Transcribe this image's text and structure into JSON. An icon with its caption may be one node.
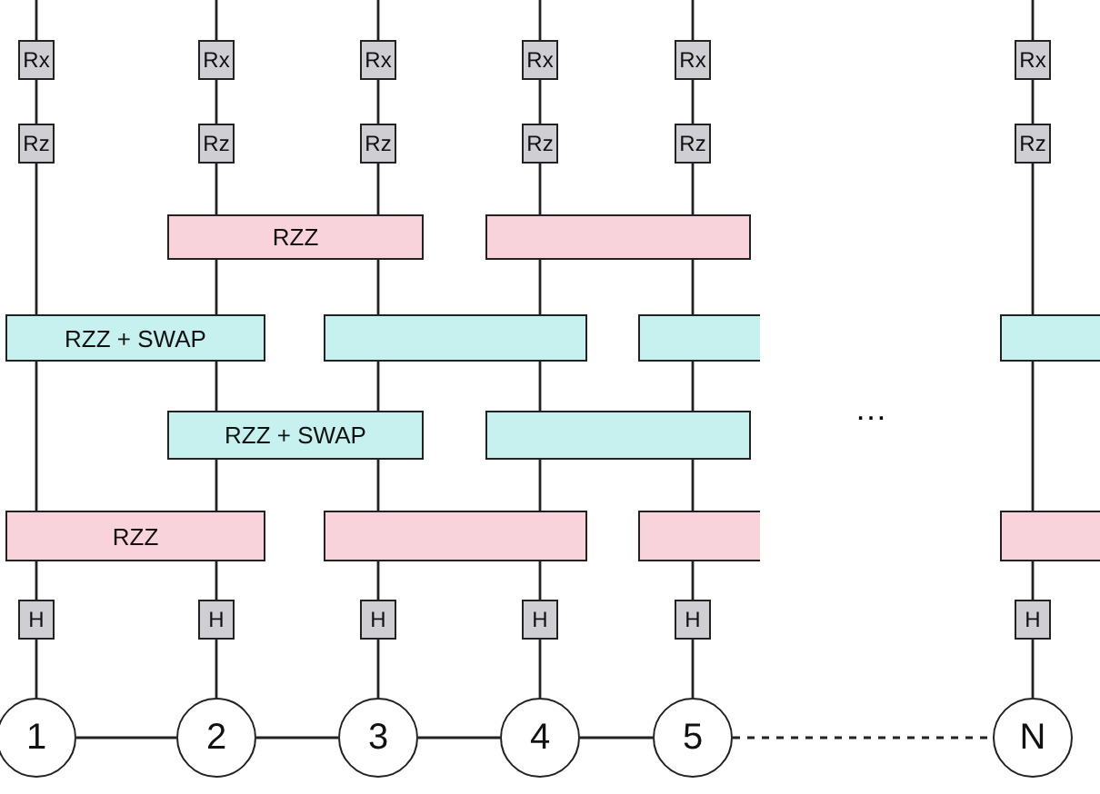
{
  "diagram": {
    "nodes": [
      {
        "text": [
          "Rx"
        ]
      },
      {
        "text": [
          "Rx"
        ]
      },
      {
        "text": [
          "Rx"
        ]
      },
      {
        "text": [
          "Rx"
        ]
      },
      {
        "text": [
          "Rx"
        ]
      },
      {
        "text": [
          "Rx"
        ]
      },
      {
        "text": [
          "Rz"
        ]
      },
      {
        "text": [
          "Rz"
        ]
      },
      {
        "text": [
          "Rz"
        ]
      },
      {
        "text": [
          "Rz"
        ]
      },
      {
        "text": [
          "Rz"
        ]
      },
      {
        "text": [
          "Rz"
        ]
      },
      {
        "text": [
          "RZZ"
        ]
      },
      {
        "text": [],
        "shape": "box"
      },
      {
        "text": [
          "RZZ + SWAP"
        ]
      },
      {
        "text": [],
        "shape": "box"
      },
      {
        "text": [],
        "shape": "box"
      },
      {
        "text": [],
        "shape": "box"
      },
      {
        "text": [
          "RZZ + SWAP"
        ]
      },
      {
        "text": [],
        "shape": "box"
      },
      {
        "text": [
          "RZZ"
        ]
      },
      {
        "text": [],
        "shape": "box"
      },
      {
        "text": [],
        "shape": "box"
      },
      {
        "text": [],
        "shape": "box"
      },
      {
        "text": [
          "H"
        ]
      },
      {
        "text": [
          "H"
        ]
      },
      {
        "text": [
          "H"
        ]
      },
      {
        "text": [
          "H"
        ]
      },
      {
        "text": [
          "H"
        ]
      },
      {
        "text": [
          "H"
        ]
      },
      {
        "text": [
          "1"
        ]
      },
      {
        "text": [
          "2"
        ]
      },
      {
        "text": [
          "3"
        ]
      },
      {
        "text": [
          "4"
        ]
      },
      {
        "text": [
          "5"
        ]
      },
      {
        "text": [
          "N"
        ]
      }
    ],
    "edges": [
      {
        "from": null,
        "to": 0,
        "arrow": "none"
      },
      {
        "from": null,
        "to": 1,
        "arrow": "none"
      },
      {
        "from": null,
        "to": 2,
        "arrow": "none"
      },
      {
        "from": null,
        "to": 3,
        "arrow": "none"
      },
      {
        "from": null,
        "to": 4,
        "arrow": "none"
      },
      {
        "from": null,
        "to": 5,
        "arrow": "none"
      },
      {
        "from": 0,
        "to": 6,
        "arrow": "none"
      },
      {
        "from": 1,
        "to": 7,
        "arrow": "none"
      },
      {
        "from": 2,
        "to": 8,
        "arrow": "none"
      },
      {
        "from": 3,
        "to": 9,
        "arrow": "none"
      },
      {
        "from": 4,
        "to": 10,
        "arrow": "none"
      },
      {
        "from": 5,
        "to": 11,
        "arrow": "none"
      },
      {
        "from": 6,
        "to": 14,
        "arrow": "none"
      },
      {
        "from": 7,
        "to": 12,
        "arrow": "none"
      },
      {
        "from": 8,
        "to": 12,
        "arrow": "none"
      },
      {
        "from": 9,
        "to": 13,
        "arrow": "none"
      },
      {
        "from": 10,
        "to": 13,
        "arrow": "none"
      },
      {
        "from": 11,
        "to": 17,
        "arrow": "none"
      },
      {
        "from": 12,
        "to": 14,
        "arrow": "none"
      },
      {
        "from": 12,
        "to": 15,
        "arrow": "none"
      },
      {
        "from": 13,
        "to": 15,
        "arrow": "none"
      },
      {
        "from": 13,
        "to": 16,
        "arrow": "none"
      },
      {
        "from": 14,
        "to": 20,
        "arrow": "none"
      },
      {
        "from": 14,
        "to": 18,
        "arrow": "none"
      },
      {
        "from": 15,
        "to": 18,
        "arrow": "none"
      },
      {
        "from": 15,
        "to": 19,
        "arrow": "none"
      },
      {
        "from": 16,
        "to": 19,
        "arrow": "none"
      },
      {
        "from": 17,
        "to": 23,
        "arrow": "none"
      },
      {
        "from": 18,
        "to": 20,
        "arrow": "none"
      },
      {
        "from": 18,
        "to": 21,
        "arrow": "none"
      },
      {
        "from": 19,
        "to": 21,
        "arrow": "none"
      },
      {
        "from": 19,
        "to": 22,
        "arrow": "none"
      },
      {
        "from": 20,
        "to": 24,
        "arrow": "none"
      },
      {
        "from": 20,
        "to": 25,
        "arrow": "none"
      },
      {
        "from": 21,
        "to": 26,
        "arrow": "none"
      },
      {
        "from": 21,
        "to": 27,
        "arrow": "none"
      },
      {
        "from": 22,
        "to": 28,
        "arrow": "none"
      },
      {
        "from": 23,
        "to": 29,
        "arrow": "none"
      },
      {
        "from": 24,
        "to": 30,
        "arrow": "none"
      },
      {
        "from": 25,
        "to": 31,
        "arrow": "none"
      },
      {
        "from": 26,
        "to": 32,
        "arrow": "none"
      },
      {
        "from": 27,
        "to": 33,
        "arrow": "none"
      },
      {
        "from": 28,
        "to": 34,
        "arrow": "none"
      },
      {
        "from": 29,
        "to": 35,
        "arrow": "none"
      },
      {
        "from": 30,
        "to": 31,
        "arrow": "none"
      },
      {
        "from": 31,
        "to": 32,
        "arrow": "none"
      },
      {
        "from": 32,
        "to": 33,
        "arrow": "none"
      },
      {
        "from": 33,
        "to": 34,
        "arrow": "none"
      },
      {
        "from": 34,
        "to": 35,
        "arrow": "none",
        "style": "dashed"
      }
    ],
    "labels": [
      "…"
    ]
  }
}
